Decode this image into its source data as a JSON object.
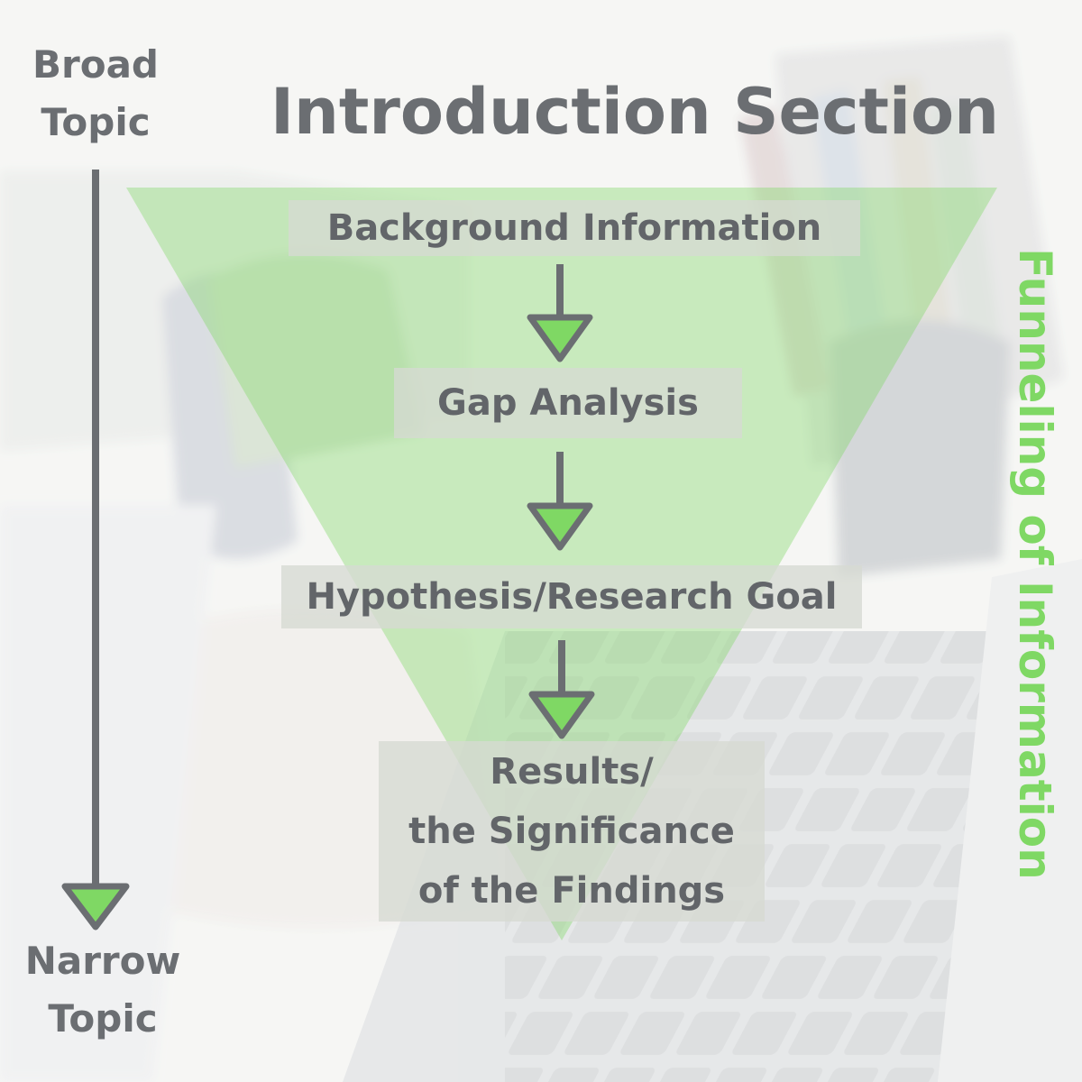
{
  "title": "Introduction Section",
  "left_axis": {
    "top_label": [
      "Broad",
      "Topic"
    ],
    "bottom_label": [
      "Narrow",
      "Topic"
    ]
  },
  "side_label": "Funneling of Information",
  "steps": [
    {
      "label": "Background Information"
    },
    {
      "label": "Gap Analysis"
    },
    {
      "label": "Hypothesis/Research Goal"
    },
    {
      "lines": [
        "Results/",
        "the Significance",
        "of the Findings"
      ]
    }
  ],
  "colors": {
    "funnel_green": "#7fd864",
    "arrow_gray": "#6b6e72",
    "text_gray": "#626569",
    "box_fill": "#d6dad2"
  }
}
